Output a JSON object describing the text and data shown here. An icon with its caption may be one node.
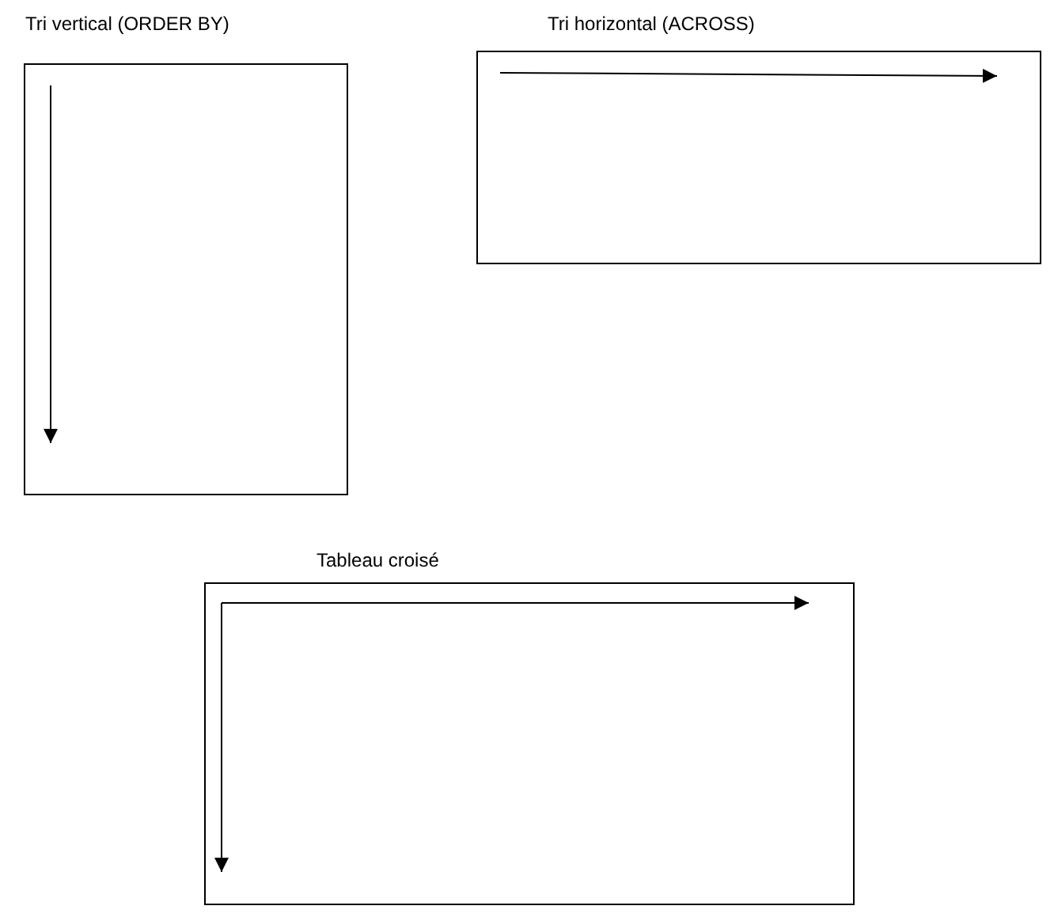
{
  "diagram": {
    "nodes": [
      {
        "text": [
          "Tri vertical (ORDER BY)"
        ]
      },
      {
        "text": [
          "Tri horizontal (ACROSS)"
        ]
      },
      {
        "text": [
          "Tableau croisé"
        ]
      }
    ]
  }
}
